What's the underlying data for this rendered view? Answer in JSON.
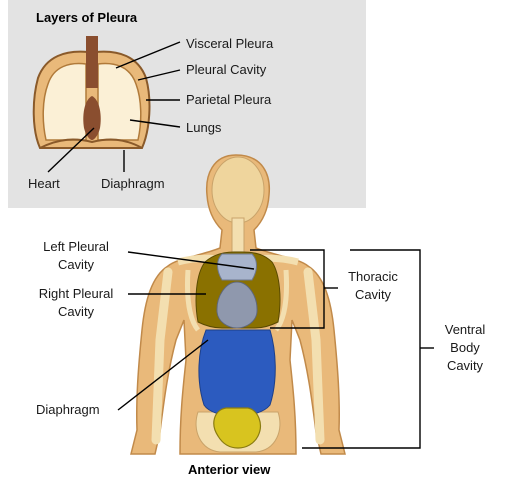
{
  "inset": {
    "title": "Layers of Pleura",
    "labels": {
      "visceral": "Visceral Pleura",
      "cavity": "Pleural Cavity",
      "parietal": "Parietal Pleura",
      "lungs": "Lungs",
      "heart": "Heart",
      "diaphragm": "Diaphragm"
    }
  },
  "body": {
    "labels": {
      "left_pleural_l1": "Left Pleural",
      "left_pleural_l2": "Cavity",
      "right_pleural_l1": "Right Pleural",
      "right_pleural_l2": "Cavity",
      "diaphragm": "Diaphragm",
      "thoracic_l1": "Thoracic",
      "thoracic_l2": "Cavity",
      "ventral_l1": "Ventral",
      "ventral_l2": "Body",
      "ventral_l3": "Cavity"
    },
    "caption": "Anterior view"
  },
  "colors": {
    "inset_bg": "#e3e3e3",
    "skin": "#e9b97a",
    "bone": "#f3dfb0",
    "pleural_cavity": "#8a7100",
    "lung": "#8f98ad",
    "abdominal": "#2c5bbf",
    "pelvic": "#d8c41f",
    "trachea": "#8a4e2f"
  }
}
